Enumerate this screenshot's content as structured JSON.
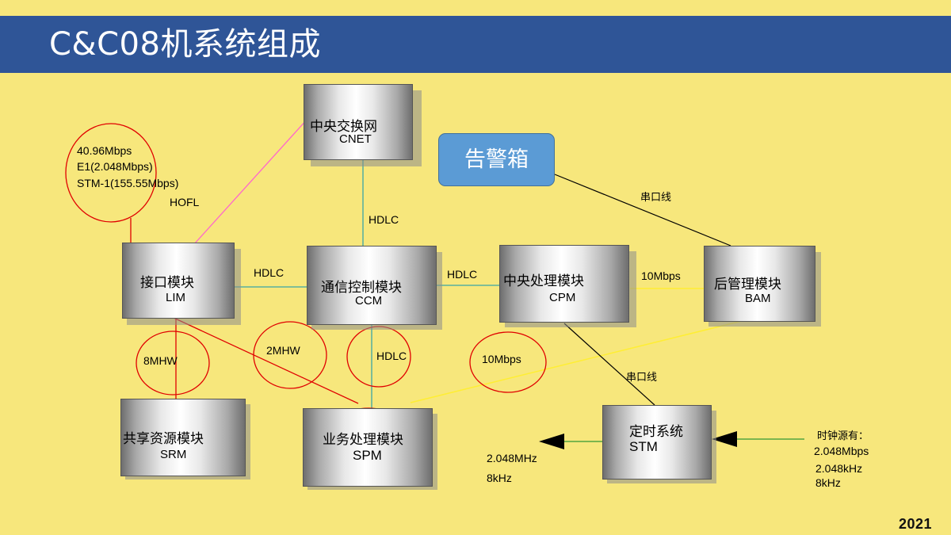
{
  "title": "C&C08机系统组成",
  "year": "2021",
  "alarm_box": "告警箱",
  "modules": {
    "cnet": {
      "cn": "中央交换网",
      "en": "CNET"
    },
    "lim": {
      "cn": "接口模块",
      "en": "LIM"
    },
    "ccm": {
      "cn": "通信控制模块",
      "en": "CCM"
    },
    "cpm": {
      "cn": "中央处理模块",
      "en": "CPM"
    },
    "bam": {
      "cn": "后管理模块",
      "en": "BAM"
    },
    "srm": {
      "cn": "共享资源模块",
      "en": "SRM"
    },
    "spm": {
      "cn": "业务处理模块",
      "en": "SPM"
    },
    "stm": {
      "cn": "定时系统",
      "en": "STM"
    }
  },
  "labels": {
    "rates_1": "40.96Mbps",
    "rates_2": "E1(2.048Mbps)",
    "rates_3": "STM-1(155.55Mbps)",
    "hofl": "HOFL",
    "hdlc_cnet_ccm": "HDLC",
    "hdlc_lim_ccm": "HDLC",
    "hdlc_ccm_cpm": "HDLC",
    "hdlc_ccm_spm": "HDLC",
    "serial_alarm_bam": "串口线",
    "serial_cpm_stm": "串口线",
    "mbps_cpm_bam": "10Mbps",
    "mbps_spm_bam": "10Mbps",
    "mhw8": "8MHW",
    "mhw2": "2MHW",
    "stm_out_1": "2.048MHz",
    "stm_out_2": "8kHz",
    "clock_src_title": "时钟源有：",
    "clock_src_1": "2.048Mbps",
    "clock_src_2": "2.048kHz",
    "clock_src_3": "8kHz"
  },
  "colors": {
    "header": "#2f5597",
    "background": "#f7e77c",
    "alarm": "#5b9bd5",
    "annotation_red": "#e00000",
    "hdlc_teal": "#3aa6a6",
    "pink": "#ff66cc",
    "yellow": "#ffee33",
    "green": "#339933"
  }
}
